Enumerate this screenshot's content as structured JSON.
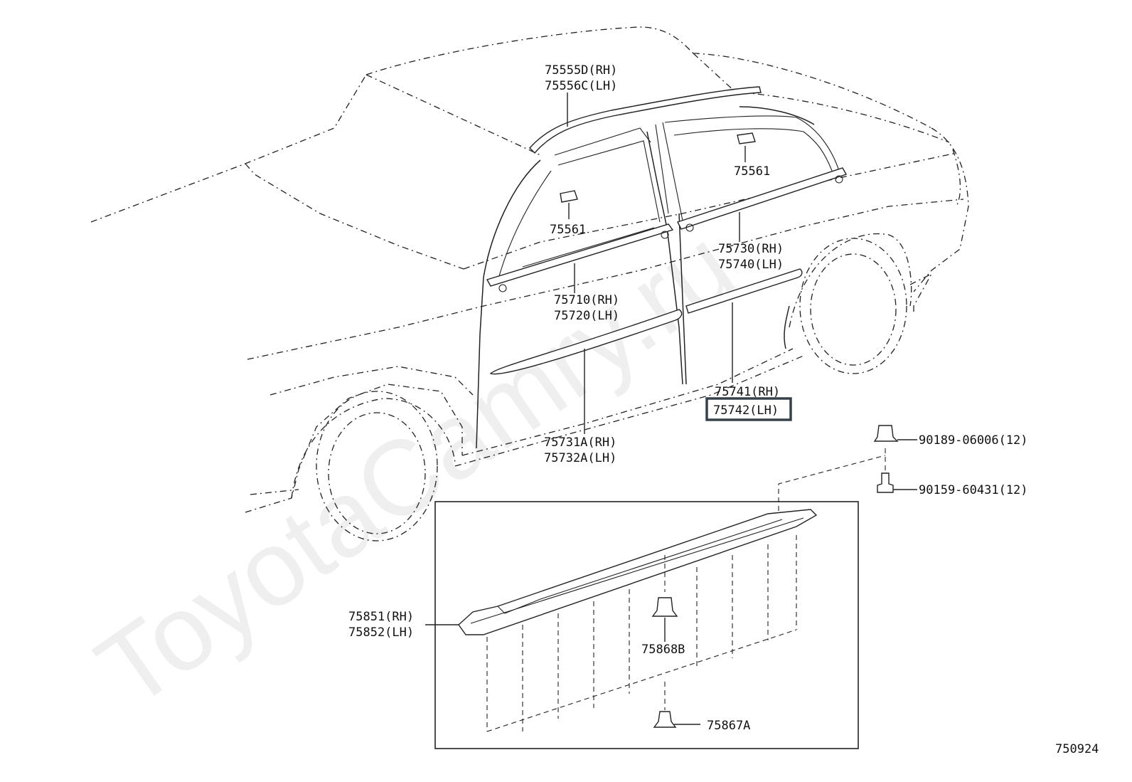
{
  "watermark": "ToyotaCamry.ru",
  "diagram_code": "750924",
  "selected_part": "75742(LH)",
  "colors": {
    "line": "#222222",
    "text": "#111111",
    "selection_border": "#35424a",
    "watermark": "#e8e8e8"
  },
  "labels": {
    "roof_molding_rh": "75555D(RH)",
    "roof_molding_lh": "75556C(LH)",
    "clip_roof_rear": "75561",
    "clip_roof_front": "75561",
    "rear_belt_rh": "75730(RH)",
    "rear_belt_lh": "75740(LH)",
    "front_belt_rh": "75710(RH)",
    "front_belt_lh": "75720(LH)",
    "rear_door_side_rh": "75741(RH)",
    "rear_door_side_lh": "75742(LH)",
    "front_door_side_rh": "75731A(RH)",
    "front_door_side_lh": "75732A(LH)",
    "clip_90189": "90189-06006(12)",
    "screw_90159": "90159-60431(12)",
    "rocker_rh": "75851(RH)",
    "rocker_lh": "75852(LH)",
    "clip_75868": "75868B",
    "clip_75867": "75867A"
  }
}
